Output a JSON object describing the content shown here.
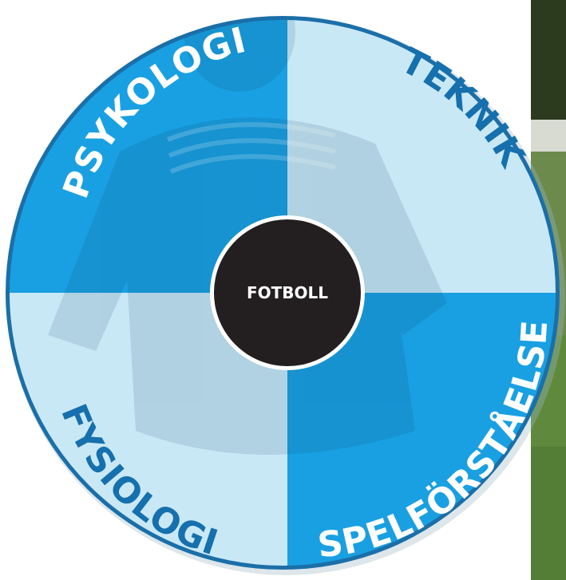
{
  "diagram": {
    "center": {
      "label": "FOTBOLL",
      "fill": "#231f20",
      "text_color": "#ffffff"
    },
    "segments": [
      {
        "label": "PSYKOLOGI",
        "fill": "#19a0e2",
        "text_color": "#ffffff"
      },
      {
        "label": "TEKNIK",
        "fill": "#c9e8f6",
        "text_color": "#1570ad"
      },
      {
        "label": "SPELFÖRSTÅELSE",
        "fill": "#19a0e2",
        "text_color": "#ffffff"
      },
      {
        "label": "FYSIOLOGI",
        "fill": "#c9e8f6",
        "text_color": "#1570ad"
      }
    ],
    "rim_color": "#1b6fa8",
    "background_photo": {
      "grass_color": "#5f8a3e",
      "dark_color": "#2c3a1e",
      "light_color": "#d7dbd2"
    }
  }
}
